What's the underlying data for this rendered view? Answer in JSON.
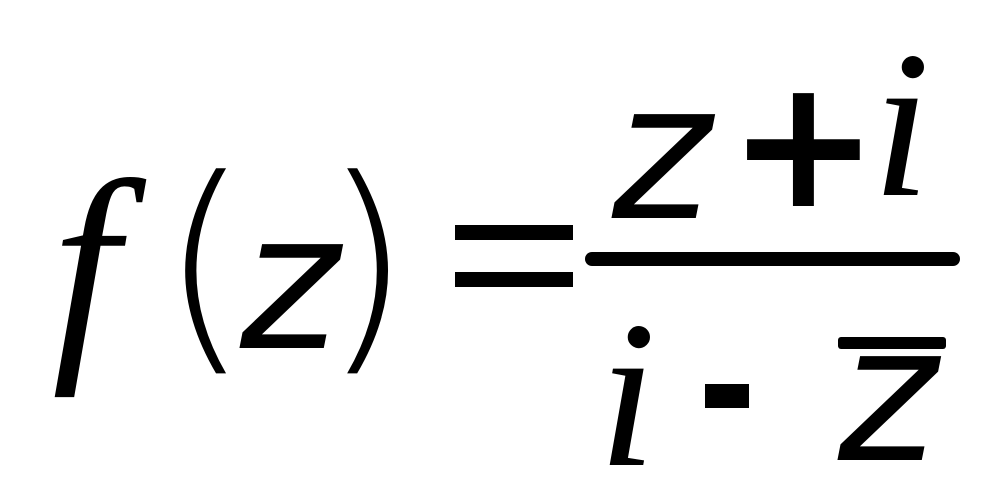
{
  "equation": {
    "lhs": {
      "function": "f",
      "open_paren": "(",
      "variable": "z",
      "close_paren": ")"
    },
    "equals": "=",
    "rhs": {
      "numerator": {
        "variable": "z",
        "operator": "+",
        "constant": "i"
      },
      "denominator": {
        "constant": "i",
        "operator": "-",
        "variable": "z",
        "conjugate": true
      }
    }
  }
}
